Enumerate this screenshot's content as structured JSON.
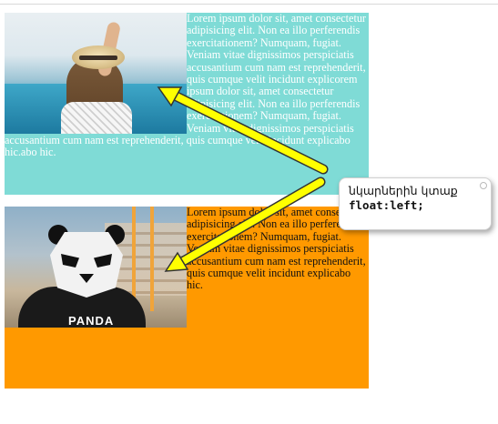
{
  "lorem": {
    "para1": "Lorem ipsum dolor sit, amet consectetur adipisicing elit. Non ea illo perferendis exercitationem? Numquam, fugiat. Veniam vitae dignissimos perspiciatis accusantium cum nam est reprehenderit, quis cumque velit incidunt explicorem ipsum dolor sit, amet consectetur adipisicing elit. Non ea illo perferendis exercitationem? Numquam, fugiat. Veniam vitae dignissimos perspiciatis accusantium cum nam est reprehenderit, quis cumque velit incidunt explicabo hic.abo hic.",
    "para2": "Lorem ipsum dolor sit, amet consectetur adipisicing elit. Non ea illo perferendis exercitationem? Numquam, fugiat. Veniam vitae dignissimos perspiciatis accusantium cum nam est reprehenderit, quis cumque velit incidunt explicabo hic."
  },
  "photo2": {
    "shirt_text": "PANDA"
  },
  "callout": {
    "line1": "նկարներին կտաք",
    "line2": "float:left;"
  },
  "colors": {
    "box1_bg": "#7fdbd6",
    "box2_bg": "#ff9900",
    "arrow_fill": "#ffff00"
  }
}
